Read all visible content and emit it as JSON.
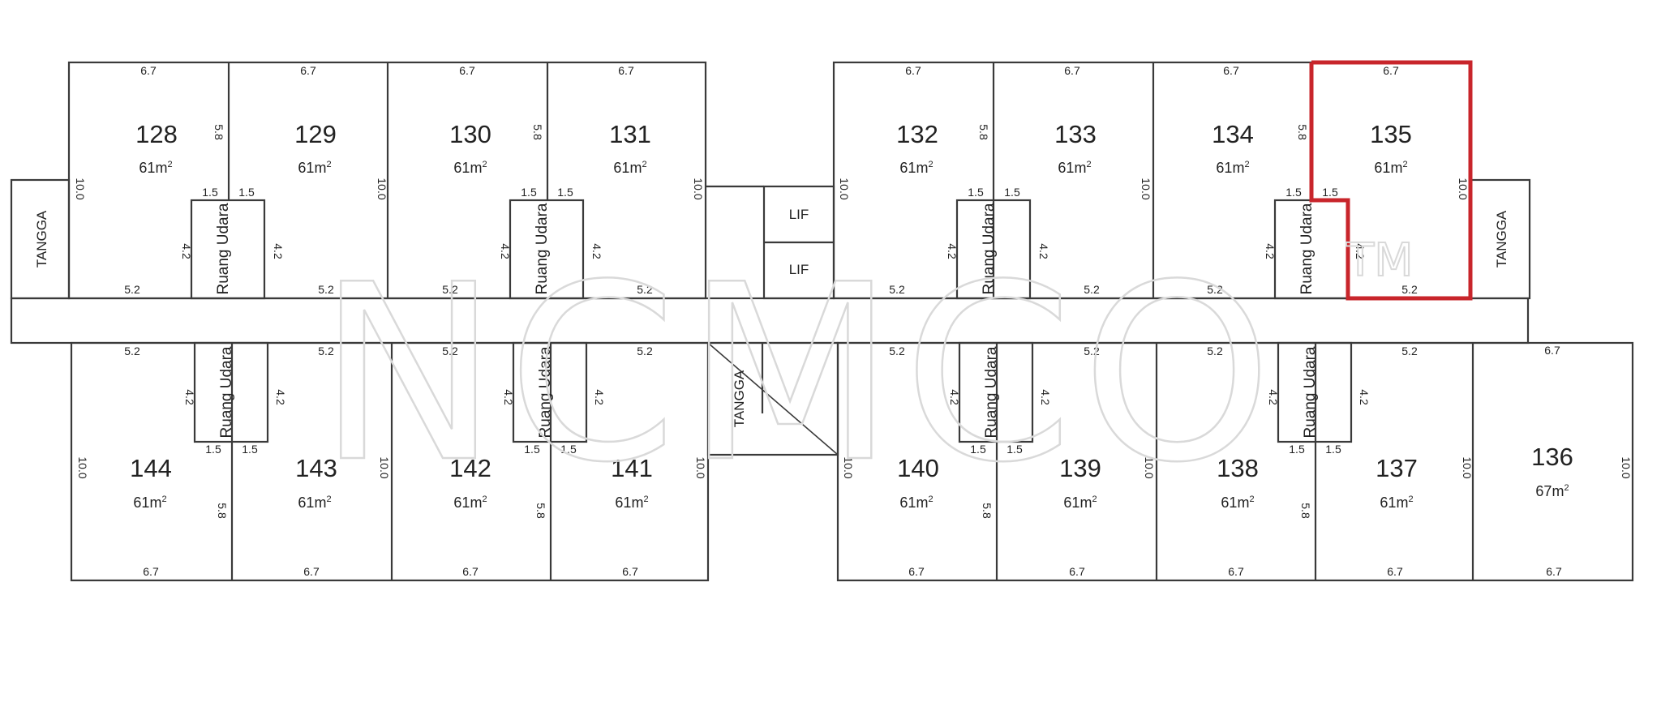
{
  "watermark": {
    "text": "NCMCO",
    "mark": "TM"
  },
  "labels": {
    "stair": "TANGGA",
    "lift": "LIF",
    "air_space": "Ruang Udara"
  },
  "units": {
    "u128": {
      "number": "128",
      "area": "61m",
      "unit_sup": "2"
    },
    "u129": {
      "number": "129",
      "area": "61m",
      "unit_sup": "2"
    },
    "u130": {
      "number": "130",
      "area": "61m",
      "unit_sup": "2"
    },
    "u131": {
      "number": "131",
      "area": "61m",
      "unit_sup": "2"
    },
    "u132": {
      "number": "132",
      "area": "61m",
      "unit_sup": "2"
    },
    "u133": {
      "number": "133",
      "area": "61m",
      "unit_sup": "2"
    },
    "u134": {
      "number": "134",
      "area": "61m",
      "unit_sup": "2"
    },
    "u135": {
      "number": "135",
      "area": "61m",
      "unit_sup": "2"
    },
    "u136": {
      "number": "136",
      "area": "67m",
      "unit_sup": "2"
    },
    "u137": {
      "number": "137",
      "area": "61m",
      "unit_sup": "2"
    },
    "u138": {
      "number": "138",
      "area": "61m",
      "unit_sup": "2"
    },
    "u139": {
      "number": "139",
      "area": "61m",
      "unit_sup": "2"
    },
    "u140": {
      "number": "140",
      "area": "61m",
      "unit_sup": "2"
    },
    "u141": {
      "number": "141",
      "area": "61m",
      "unit_sup": "2"
    },
    "u142": {
      "number": "142",
      "area": "61m",
      "unit_sup": "2"
    },
    "u143": {
      "number": "143",
      "area": "61m",
      "unit_sup": "2"
    },
    "u144": {
      "number": "144",
      "area": "61m",
      "unit_sup": "2"
    }
  },
  "dims": {
    "width": "6.7",
    "depth": "10.0",
    "side": "5.8",
    "front": "5.2",
    "notch": "1.5",
    "air": "4.2"
  },
  "highlight": {
    "unit": "135",
    "color": "#c8252b"
  }
}
